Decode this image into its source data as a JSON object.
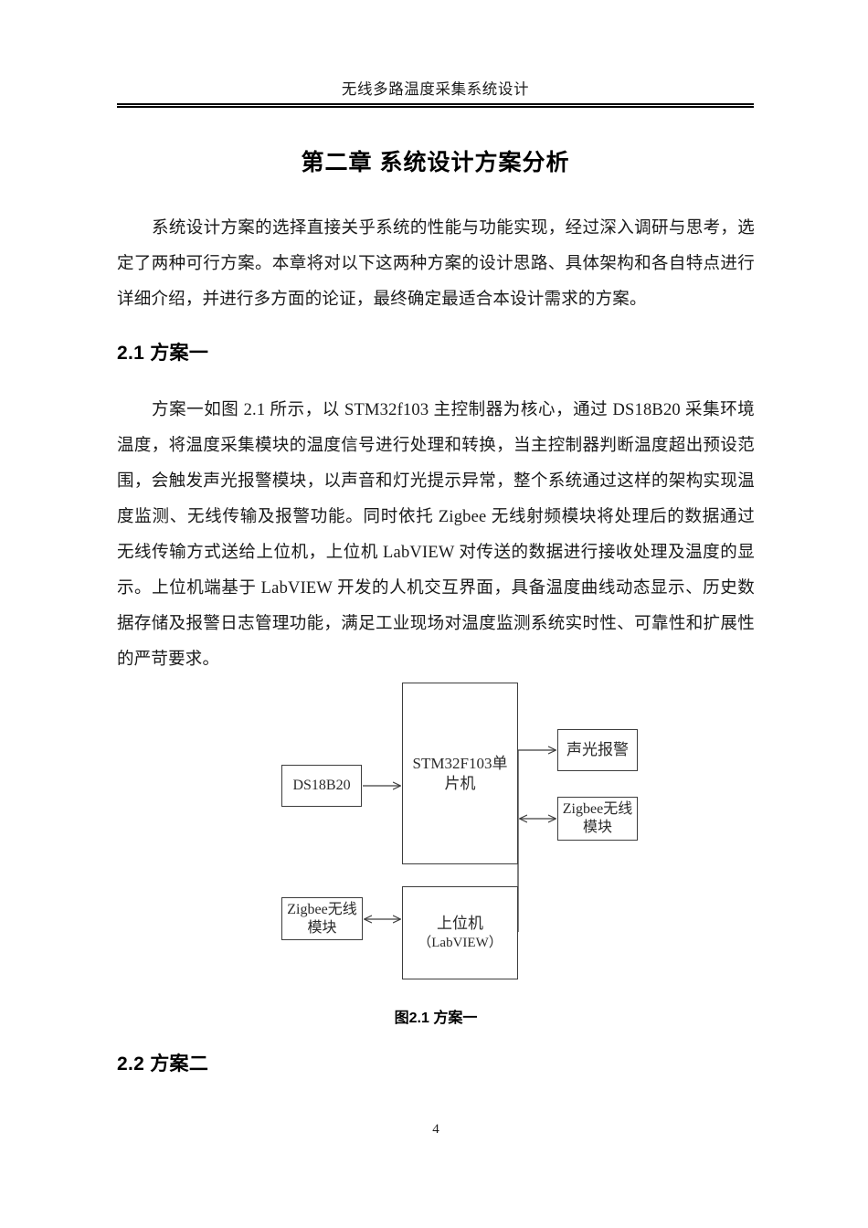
{
  "header": {
    "running_title": "无线多路温度采集系统设计"
  },
  "chapter": {
    "title": "第二章  系统设计方案分析"
  },
  "paragraphs": {
    "intro": "系统设计方案的选择直接关乎系统的性能与功能实现，经过深入调研与思考，选定了两种可行方案。本章将对以下这两种方案的设计思路、具体架构和各自特点进行详细介绍，并进行多方面的论证，最终确定最适合本设计需求的方案。",
    "scheme_one": "方案一如图 2.1 所示，以 STM32f103 主控制器为核心，通过 DS18B20 采集环境温度，将温度采集模块的温度信号进行处理和转换，当主控制器判断温度超出预设范围，会触发声光报警模块，以声音和灯光提示异常，整个系统通过这样的架构实现温度监测、无线传输及报警功能。同时依托 Zigbee 无线射频模块将处理后的数据通过无线传输方式送给上位机，上位机 LabVIEW 对传送的数据进行接收处理及温度的显示。上位机端基于 LabVIEW 开发的人机交互界面，具备温度曲线动态显示、历史数据存储及报警日志管理功能，满足工业现场对温度监测系统实时性、可靠性和扩展性的严苛要求。"
  },
  "sections": {
    "heading_2_1": "2.1  方案一",
    "heading_2_2": "2.2 方案二"
  },
  "figure": {
    "caption": "图2.1  方案一",
    "nodes": {
      "sensor": "DS18B20",
      "mcu": "STM32F103单片机",
      "alarm": "声光报警",
      "zigbee_mcu": "Zigbee无线模块",
      "zigbee_pc": "Zigbee无线模块",
      "host_main": "上位机",
      "host_sub": "（LabVIEW）"
    },
    "connections": [
      {
        "from": "sensor",
        "to": "mcu",
        "type": "arrow-right"
      },
      {
        "from": "mcu",
        "to": "alarm",
        "type": "arrow-right"
      },
      {
        "from": "mcu",
        "to": "zigbee_mcu",
        "type": "arrow-both"
      },
      {
        "from": "zigbee_pc",
        "to": "host",
        "type": "arrow-both"
      }
    ]
  },
  "footer": {
    "page_number": "4"
  }
}
